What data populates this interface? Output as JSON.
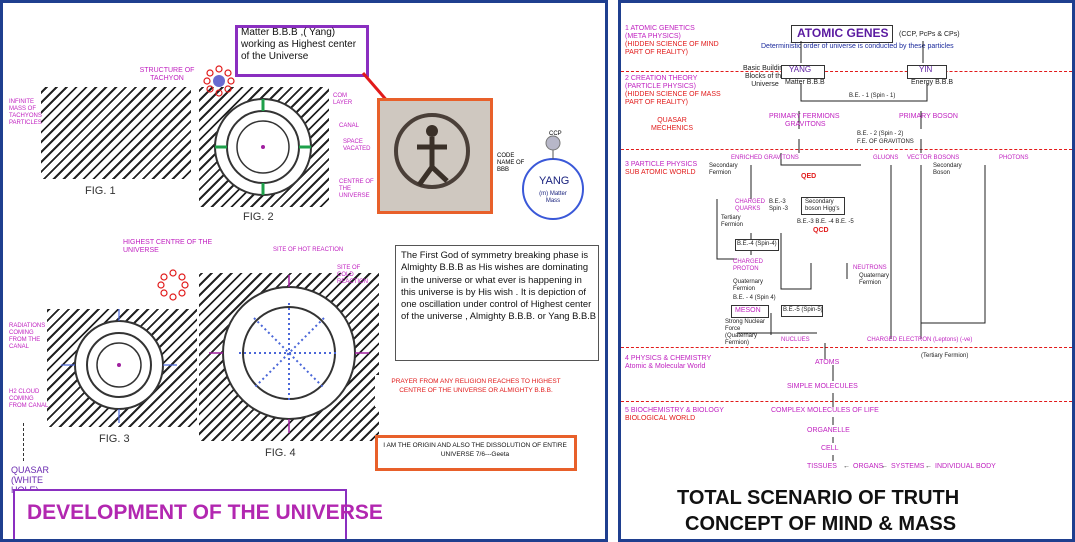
{
  "left": {
    "callout": "Matter B.B.B ,( Yang) working as Highest center of the Universe",
    "structure_of_tachyon": "STRUCTURE OF TACHYON",
    "infinite_mass": "INFINITE MASS OF TACHYONS PARTICLES",
    "fig2_labels": [
      "COM LAYER",
      "CANAL",
      "SPACE VACATED",
      "CENTRE OF THE UNIVERSE"
    ],
    "fig1": "FIG. 1",
    "fig2": "FIG. 2",
    "fig3": "FIG. 3",
    "fig4": "FIG. 4",
    "highest_centre": "HIGHEST CENTRE OF THE UNIVERSE",
    "site_hot": "SITE OF HOT REACTION",
    "site_cold": "SITE OF COLD REACTION",
    "radiations": "RADIATIONS COMING FROM THE CANAL",
    "h2_cloud": "H2 CLOUD COMING FROM CANAL",
    "quasar": "QUASAR (WHITE HOLE)",
    "title": "DEVELOPMENT OF THE UNIVERSE",
    "ccp": "CCP",
    "code_note": "CODE NAME OF BBB",
    "yang": "YANG",
    "yang_sub": "(m) Matter Mass",
    "description": "The First God of symmetry breaking phase is Almighty B.B.B as His wishes are dominating in the universe or what ever is happening in this universe is by His wish . It is depiction of one oscillation under control of Highest center of the universe , Almighty B.B.B. or Yang B.B.B",
    "prayer": "PRAYER FROM ANY RELIGION REACHES TO HIGHEST CENTRE OF THE UNIVERSE OR ALMIGHTY B.B.B.",
    "origin": "I AM THE ORIGIN AND ALSO THE DISSOLUTION OF ENTIRE UNIVERSE 7/6---Geeta"
  },
  "right": {
    "atomic_genes": "ATOMIC GENES",
    "atomic_genes_sub": "(CCP, PcPs & CPs)",
    "deterministic": "Deterministic order of universe is conducted by these particles",
    "sections": [
      {
        "num": "1",
        "title": "ATOMIC GENETICS",
        "sub": "(META PHYSICS)",
        "note": "(HIDDEN SCIENCE OF MIND PART OF REALITY)"
      },
      {
        "num": "2",
        "title": "CREATION THEORY",
        "sub": "(PARTICLE PHYSICS)",
        "note": "(HIDDEN SCIENCE OF MASS PART OF REALITY)"
      },
      {
        "num": "3",
        "title": "PARTICLE PHYSICS",
        "sub": "SUB ATOMIC WORLD",
        "note": ""
      },
      {
        "num": "4",
        "title": "PHYSICS & CHEMISTRY",
        "sub": "Atomic & Molecular World",
        "note": ""
      },
      {
        "num": "5",
        "title": "BIOCHEMISTRY & BIOLOGY",
        "sub": "BIOLOGICAL WORLD",
        "note": ""
      }
    ],
    "quasar_mechenics": "QUASAR MECHENICS",
    "basic_blocks": "Basic Building Blocks of the Universe",
    "yang": "YANG",
    "yin": "YIN",
    "matter_bbb": "Matter B.B.B",
    "energy_bbb": "Energy B.B.B",
    "be1": "B.E. - 1 (Spin - 1)",
    "primary_fermions": "PRIMARY FERMIONS",
    "gravitons": "GRAVITONS",
    "primary_boson": "PRIMARY BOSON",
    "be2": "B.E. - 2 (Spin - 2)",
    "fe_gravitons": "F.E. OF GRAVITONS",
    "enriched_gravitons": "ENRICHED GRAVITONS",
    "secondary_fermion": "Secondary Fermion",
    "gluons": "GLUONS",
    "vector_bosons": "VECTOR BOSONS",
    "photons": "PHOTONS",
    "secondary_boson": "Secondary Boson",
    "qed": "QED",
    "qcd": "QCD",
    "charged_quarks": "CHARGED QUARKS",
    "tertiary_fermion": "Tertiary Fermion",
    "be3": "B.E.-3 Spin -3",
    "secondary_boson_box": "Secondary boson Higg's",
    "be3_note": "B.E.-3 B.E. -4 B.E. -5",
    "be4": "B.E.-4 (Spin-4)",
    "charged_proton": "CHARGED PROTON",
    "neutrons": "NEUTRONS",
    "quaternary_fermion": "Quaternary Fermion",
    "be4b": "B.E. - 4 (Spin 4)",
    "meson": "MESON",
    "be5": "B.E.-5 (Spin-5)",
    "strong_nuclear": "Strong Nuclear Force (Quaternary Fermion)",
    "nuclues": "NUCLUES",
    "charged_electron": "CHARGED ELECTRON (Leptons) (-ve)",
    "tertiary_fermion2": "(Tertiary Fermion)",
    "atoms": "ATOMS",
    "simple_molecules": "SIMPLE MOLECULES",
    "complex_molecules": "COMPLEX MOLECULES OF LIFE",
    "organelle": "ORGANELLE",
    "cell": "CELL",
    "tissues": "TISSUES",
    "organs": "ORGANS",
    "systems": "SYSTEMS",
    "individual_body": "INDIVIDUAL BODY",
    "title1": "TOTAL SCENARIO OF TRUTH",
    "title2": "CONCEPT OF MIND & MASS"
  }
}
